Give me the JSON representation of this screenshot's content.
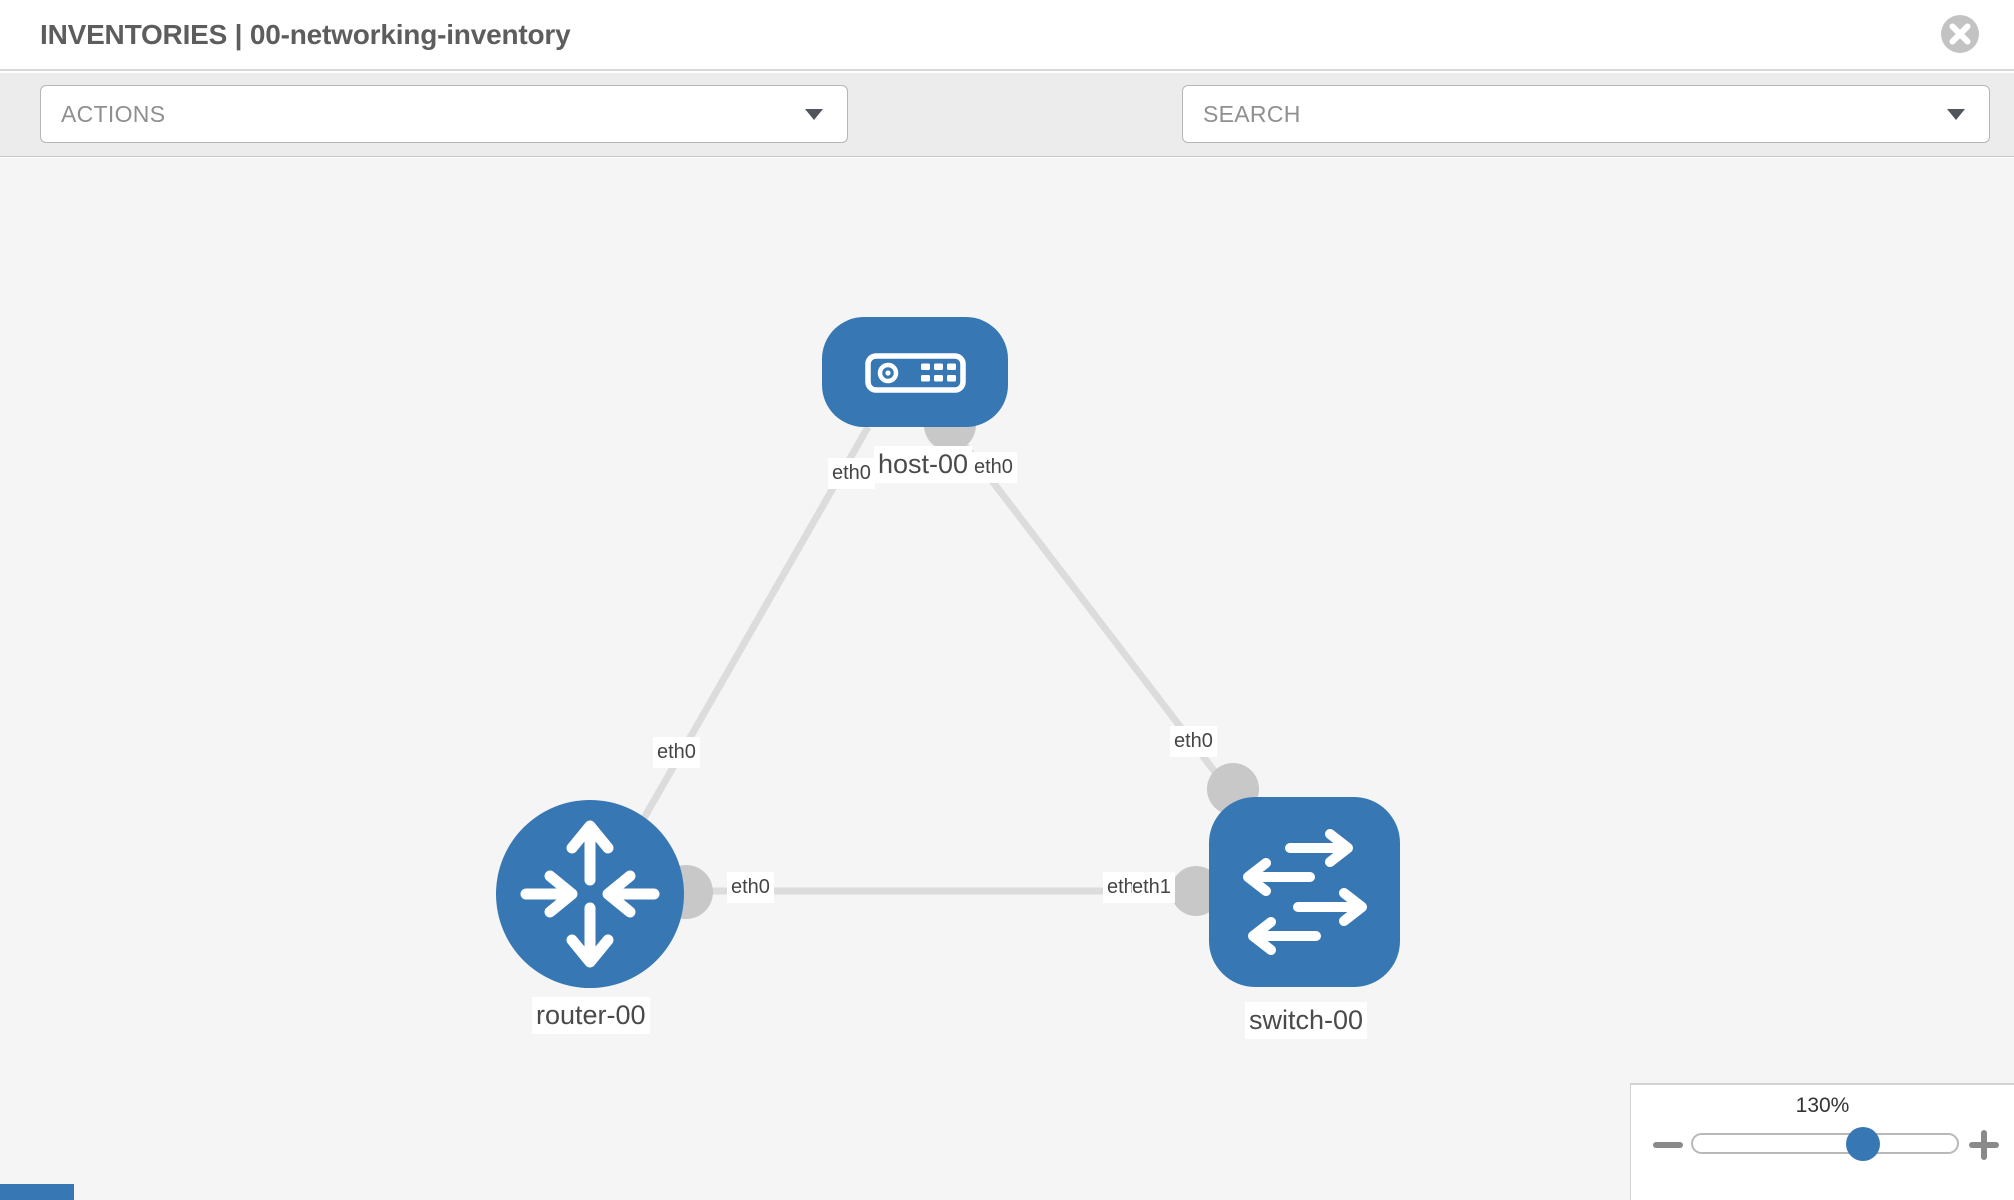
{
  "header": {
    "title": "INVENTORIES | 00-networking-inventory",
    "close_icon": "close-icon"
  },
  "toolbar": {
    "actions_label": "ACTIONS",
    "search_placeholder": "SEARCH",
    "icons": [
      "wrench-icon",
      "key-icon",
      "chevron-down-icon"
    ]
  },
  "diagram": {
    "nodes": [
      {
        "label": "host-00",
        "type": "host",
        "icon": "host-icon"
      },
      {
        "label": "router-00",
        "type": "router",
        "icon": "router-icon"
      },
      {
        "label": "switch-00",
        "type": "switch",
        "icon": "switch-icon"
      }
    ],
    "links": [
      {
        "from": "host-00",
        "from_if": "eth0",
        "to": "router-00",
        "to_if": "eth0"
      },
      {
        "from": "host-00",
        "from_if": "eth0",
        "to": "switch-00",
        "to_if": "eth0"
      },
      {
        "from": "router-00",
        "from_if": "eth0",
        "to": "switch-00",
        "to_if": "eth1"
      }
    ],
    "labels": {
      "host": "host-00",
      "router": "router-00",
      "switch": "switch-00",
      "host_left_if": "eth0",
      "host_right_if": "eth0",
      "link_host_router_if": "eth0",
      "link_host_switch_if": "eth0",
      "link_router_switch_router_if": "eth0",
      "link_router_switch_switch_if_hidden": "eth0",
      "link_router_switch_switch_if": "eth1"
    }
  },
  "zoom_control": {
    "level_label": "130%",
    "percent": 130
  },
  "colors": {
    "node_blue": "#3778b4",
    "link_gray": "#dcdcdc",
    "connector_gray": "#c8c8c8",
    "canvas_bg": "#f5f5f5",
    "toolbar_bg": "#ececec"
  }
}
